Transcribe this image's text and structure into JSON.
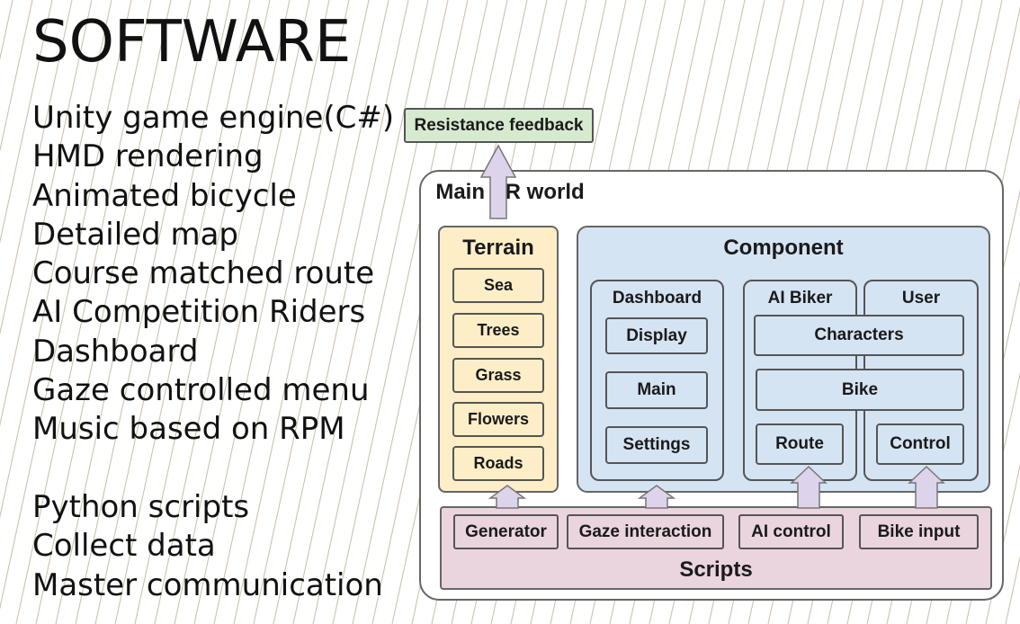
{
  "slide": {
    "title": "SOFTWARE",
    "lines": [
      "Unity game engine(C#)",
      "HMD rendering",
      "Animated bicycle",
      "Detailed map",
      "Course matched route",
      "AI Competition Riders",
      "Dashboard",
      "Gaze controlled menu",
      "Music based on RPM",
      "",
      "Python scripts",
      "Collect data",
      "Master communication"
    ]
  },
  "diagram": {
    "feedback": "Resistance feedback",
    "main_title": "Main VR world",
    "terrain": {
      "title": "Terrain",
      "items": [
        "Sea",
        "Trees",
        "Grass",
        "Flowers",
        "Roads"
      ]
    },
    "component": {
      "title": "Component",
      "dashboard": {
        "title": "Dashboard",
        "items": [
          "Display",
          "Main",
          "Settings"
        ]
      },
      "ai_biker": {
        "title": "AI Biker",
        "route": "Route"
      },
      "user": {
        "title": "User",
        "control": "Control"
      },
      "shared": [
        "Characters",
        "Bike"
      ]
    },
    "scripts": {
      "title": "Scripts",
      "items": [
        "Generator",
        "Gaze interaction",
        "AI control",
        "Bike input"
      ]
    },
    "colors": {
      "feedback": "#d6ead0",
      "terrain": "#fdeec8",
      "component": "#d5e4f3",
      "scripts": "#ead5de",
      "arrow": "#ddd3ea"
    }
  }
}
